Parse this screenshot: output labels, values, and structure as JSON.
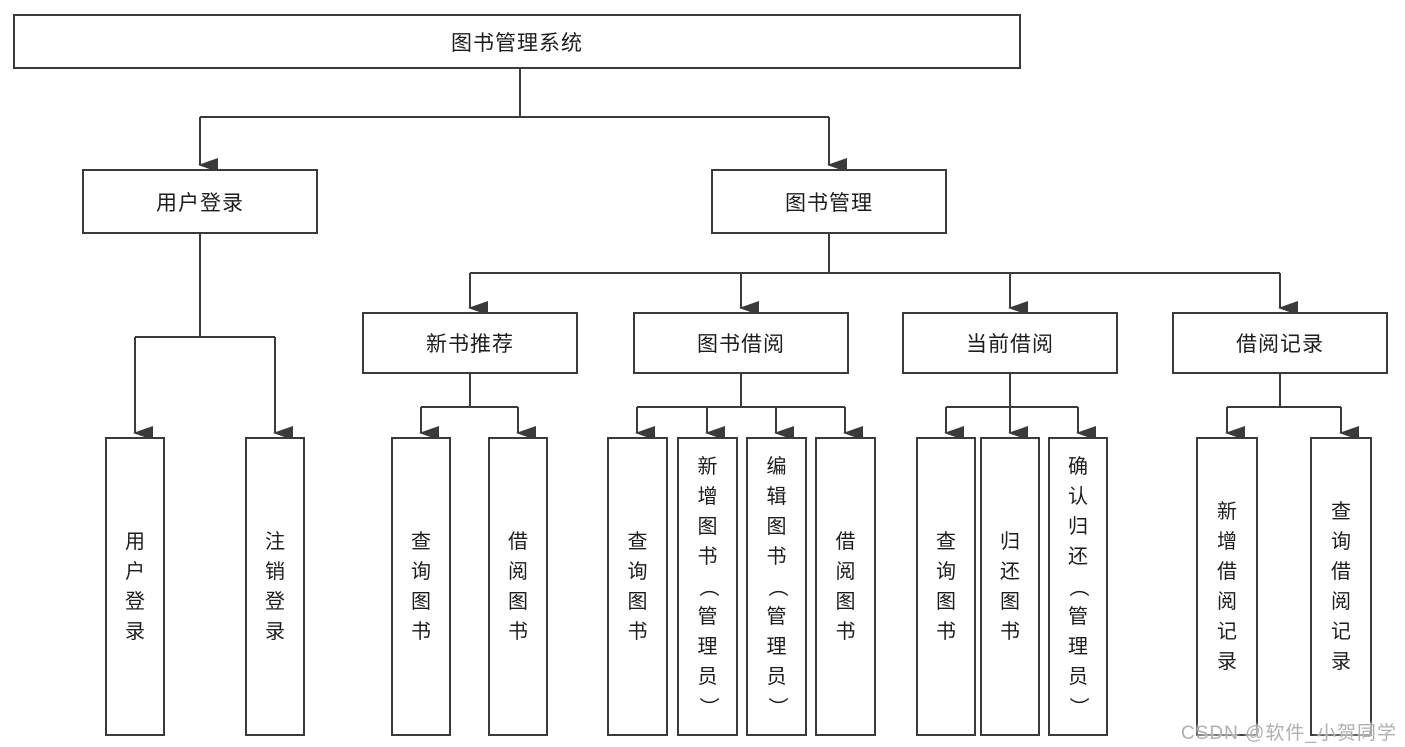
{
  "diagram": {
    "type": "tree",
    "background": "#ffffff",
    "line_color": "#3a3a3a",
    "text_color": "#1d1d1d",
    "watermark": {
      "text": "CSDN @软件_小贺同学",
      "color": "#b0b0b0"
    },
    "tree": {
      "root": {
        "label": "图书管理系统",
        "children": [
          {
            "label": "用户登录",
            "children": [
              {
                "label": "用户登录"
              },
              {
                "label": "注销登录"
              }
            ]
          },
          {
            "label": "图书管理",
            "children": [
              {
                "label": "新书推荐",
                "children": [
                  {
                    "label": "查询图书"
                  },
                  {
                    "label": "借阅图书"
                  }
                ]
              },
              {
                "label": "图书借阅",
                "children": [
                  {
                    "label": "查询图书"
                  },
                  {
                    "label": "新增图书（管理员）"
                  },
                  {
                    "label": "编辑图书（管理员）"
                  },
                  {
                    "label": "借阅图书"
                  }
                ]
              },
              {
                "label": "当前借阅",
                "children": [
                  {
                    "label": "查询图书"
                  },
                  {
                    "label": "归还图书"
                  },
                  {
                    "label": "确认归还（管理员）"
                  }
                ]
              },
              {
                "label": "借阅记录",
                "children": [
                  {
                    "label": "新增借阅记录"
                  },
                  {
                    "label": "查询借阅记录"
                  }
                ]
              }
            ]
          }
        ]
      }
    }
  }
}
